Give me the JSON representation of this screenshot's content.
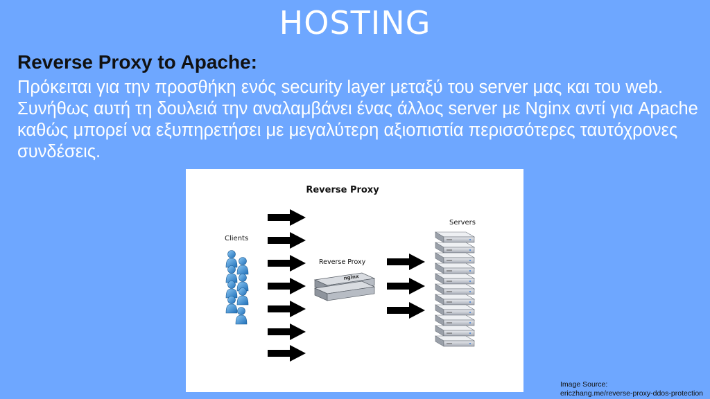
{
  "slide": {
    "title": "HOSTING",
    "heading": "Reverse Proxy to Apache:",
    "body": "Πρόκειται για την προσθήκη ενός security layer μεταξύ του server μας και του web. Συνήθως αυτή τη δουλειά την αναλαμβάνει ένας άλλος server με Nginx αντί για Apache καθώς μπορεί να εξυπηρετήσει με μεγαλύτερη αξιοπιστία περισσότερες ταυτόχρονες συνδέσεις."
  },
  "figure": {
    "title": "Reverse Proxy",
    "clients_label": "Clients",
    "proxy_label": "Reverse Proxy",
    "servers_label": "Servers",
    "proxy_logo": "nginx"
  },
  "source": {
    "label": "Image Source:",
    "url": "ericzhang.me/reverse-proxy-ddos-protection"
  },
  "colors": {
    "background": "#6ea7ff",
    "client_blue": "#3d8fd6",
    "server_gray": "#c9cdd4"
  }
}
